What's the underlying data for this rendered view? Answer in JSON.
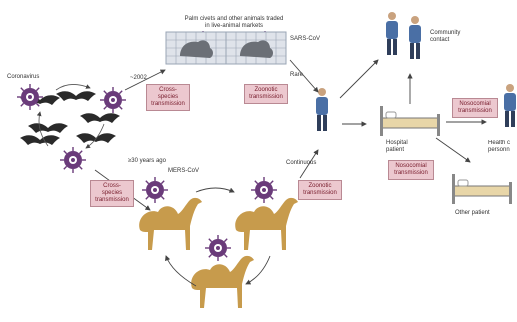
{
  "labels": {
    "coronavirus": "Coronavirus",
    "palm_civets": "Palm civets and other animals traded in live-animal markets",
    "sars": "SARS-CoV",
    "year_2002": "~2002",
    "rare": "Rare",
    "community": "Community contact",
    "years_ago": "≥30 years ago",
    "mers": "MERS-CoV",
    "continuous": "Continuous",
    "hospital": "Hospital patient",
    "health": "Health c\npersonn",
    "other": "Other patient"
  },
  "boxes": {
    "cross1": "Cross-species transmission",
    "zoo1": "Zoonotic transmission",
    "cross2": "Cross-species transmission",
    "zoo2": "Zoonotic transmission",
    "noso1": "Nosocomial transmission",
    "noso2": "Nosocomial transmission"
  },
  "colors": {
    "virus": "#6a3b7a",
    "virus_center": "#ffffff",
    "box_fill": "#ecc8cf",
    "camel": "#c79b4c",
    "bat": "#2a2a2a",
    "cage": "#9aa4b4",
    "person": "#4a6fa5",
    "bed": "#e8d6a8"
  }
}
